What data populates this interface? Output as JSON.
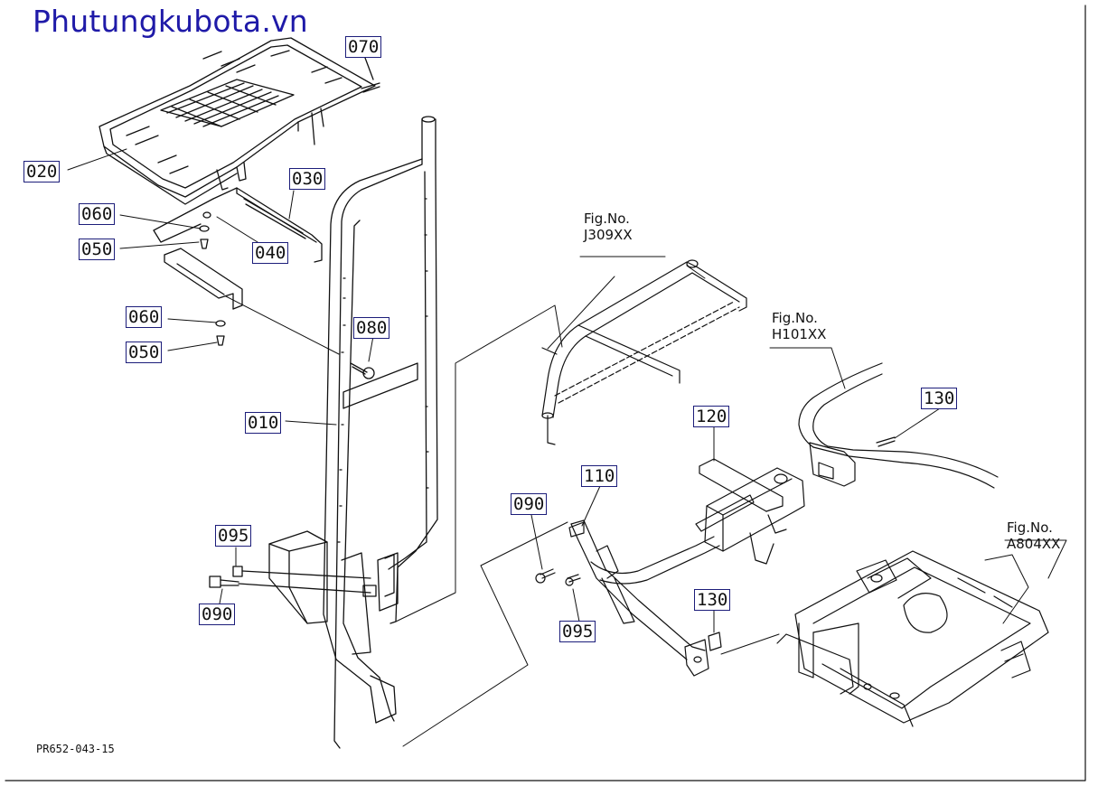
{
  "header": {
    "site_name": "Phutungkubota.vn"
  },
  "footer": {
    "drawing_code": "PR652-043-15"
  },
  "callouts": [
    {
      "id": "c070",
      "label": "070"
    },
    {
      "id": "c020",
      "label": "020"
    },
    {
      "id": "c030",
      "label": "030"
    },
    {
      "id": "c060a",
      "label": "060"
    },
    {
      "id": "c050a",
      "label": "050"
    },
    {
      "id": "c040",
      "label": "040"
    },
    {
      "id": "c060b",
      "label": "060"
    },
    {
      "id": "c050b",
      "label": "050"
    },
    {
      "id": "c080",
      "label": "080"
    },
    {
      "id": "c010",
      "label": "010"
    },
    {
      "id": "c095a",
      "label": "095"
    },
    {
      "id": "c090a",
      "label": "090"
    },
    {
      "id": "c090b",
      "label": "090"
    },
    {
      "id": "c110",
      "label": "110"
    },
    {
      "id": "c095b",
      "label": "095"
    },
    {
      "id": "c120",
      "label": "120"
    },
    {
      "id": "c130a",
      "label": "130"
    },
    {
      "id": "c130b",
      "label": "130"
    }
  ],
  "figure_refs": [
    {
      "id": "fig_j309",
      "prefix": "Fig.No.",
      "code": "J309XX"
    },
    {
      "id": "fig_h101",
      "prefix": "Fig.No.",
      "code": "H101XX"
    },
    {
      "id": "fig_a804",
      "prefix": "Fig.No.",
      "code": "A804XX"
    }
  ]
}
